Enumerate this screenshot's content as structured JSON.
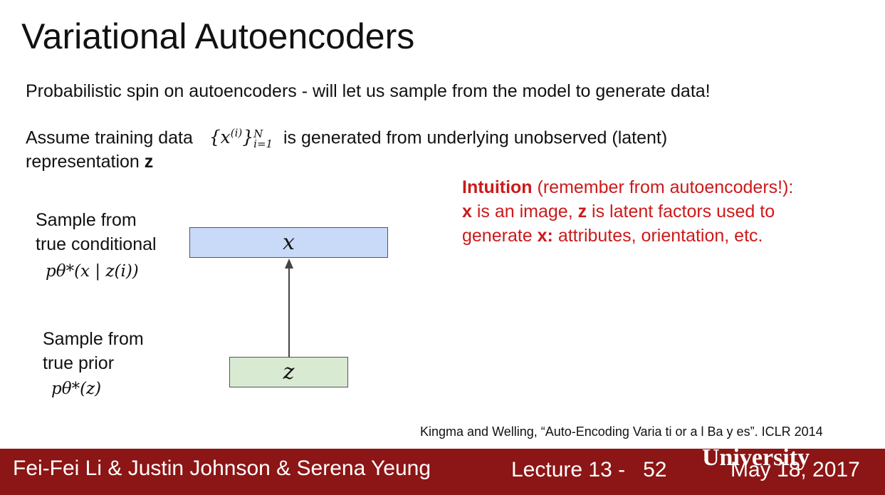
{
  "slide": {
    "title": "Variational Autoencoders",
    "line1": "Probabilistic spin on autoencoders - will let us sample from the model to generate data!",
    "line2_before": "Assume training data",
    "line2_after": "is generated from underlying unobserved (latent)",
    "line3_before": "representation",
    "line3_z": "z"
  },
  "math": {
    "dataset_open": "{x",
    "dataset_sup": "(i)",
    "dataset_close": "}",
    "dataset_N": "N",
    "dataset_sub": "i=1"
  },
  "diagram": {
    "top_label_line1": "Sample from",
    "top_label_line2": "true conditional",
    "top_formula": "pθ*(x | z(i))",
    "bottom_label_line1": "Sample from",
    "bottom_label_line2": "true prior",
    "bottom_formula": "pθ*(z)",
    "x_box": "x",
    "z_box": "z",
    "x_box_color": "#c9daf8",
    "z_box_color": "#d9ead3"
  },
  "intuition": {
    "heading": "Intuition",
    "heading_rest": " (remember from autoencoders!):",
    "line2_x": "x",
    "line2_mid": " is an image, ",
    "line2_z": "z",
    "line2_rest": " is latent factors used to",
    "line3_start": "generate ",
    "line3_x": "x:",
    "line3_rest": " attributes, orientation, etc.",
    "color": "#cc1a1a"
  },
  "citation": "Kingma and Welling, “Auto-Encoding Varia ti or a l Ba y es”. ICLR 2014",
  "footer": {
    "authors": "Fei-Fei Li & Justin Johnson & Serena Yeung",
    "lecture": "Lecture 13 -   52",
    "date": "May 18, 2017",
    "watermark": "University",
    "background": "#8c1515"
  }
}
